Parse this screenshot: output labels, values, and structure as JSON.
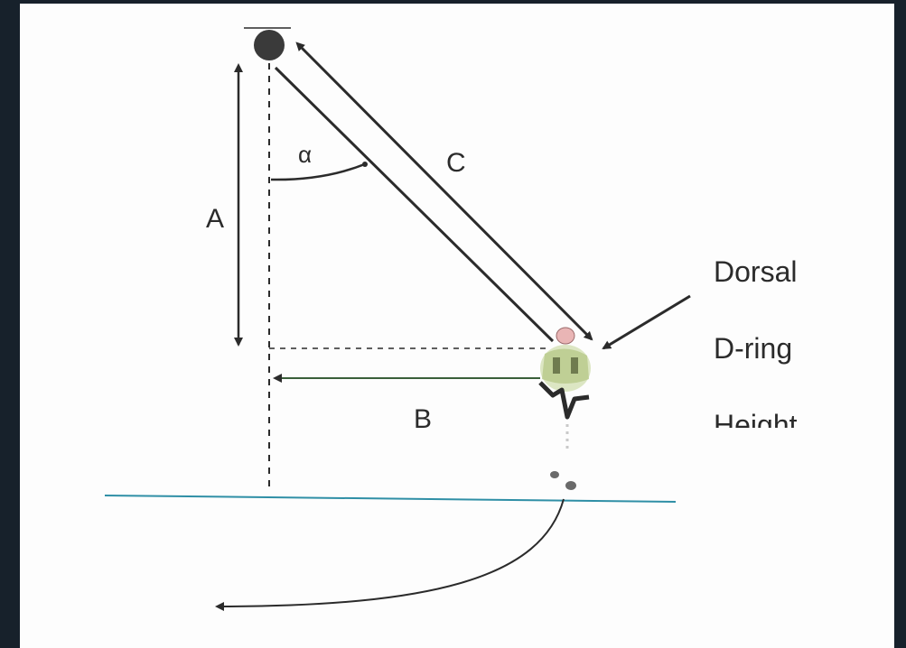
{
  "diagram": {
    "labels": {
      "A": "A",
      "alpha": "α",
      "B": "B",
      "C": "C",
      "dorsal": "Dorsal",
      "dring": "D-ring",
      "height": "Height"
    }
  },
  "colors": {
    "background": "#17212b",
    "canvas": "#fdfdfd",
    "ink": "#2b2b2b",
    "ground_line": "#2f8fa6",
    "b_arrow": "#3a5f3a"
  }
}
